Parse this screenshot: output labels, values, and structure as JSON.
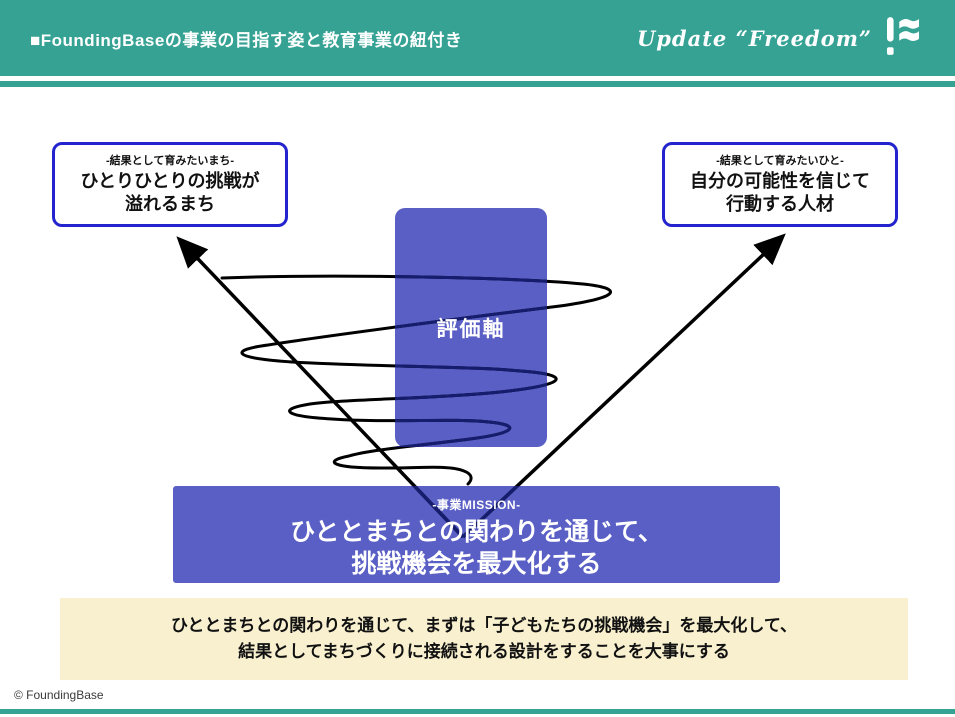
{
  "header": {
    "title": "■FoundingBaseの事業の目指す姿と教育事業の紐付き",
    "logo_text": "Update “Freedom”",
    "logo_icon": "flag-exclamation-icon",
    "bg_color": "#35a294"
  },
  "cards": {
    "left": {
      "label": "-結果として育みたいまち-",
      "line1": "ひとりひとりの挑戦が",
      "line2": "溢れるまち",
      "border_color": "#2424cf"
    },
    "right": {
      "label": "-結果として育みたいひと-",
      "line1": "自分の可能性を信じて",
      "line2": "行動する人材",
      "border_color": "#2424cf"
    }
  },
  "center_box": {
    "label": "評価軸",
    "bg_color": "#5a5fc5"
  },
  "mission_box": {
    "label": "-事業MISSION-",
    "line1": "ひととまちとの関わりを通じて、",
    "line2": "挑戦機会を最大化する",
    "bg_color": "#5a5fc5"
  },
  "note_box": {
    "line1": "ひととまちとの関わりを通じて、まずは「子どもたちの挑戦機会」を最大化して、",
    "line2": "結果としてまちづくりに接続される設計をすることを大事にする",
    "bg_color": "#f8f0cf"
  },
  "diagram": {
    "shape": "tornado-spiral-with-v-arrows",
    "line_color": "#000000",
    "overlap_line_color": "#161d6e"
  },
  "footer": {
    "copyright": "© FoundingBase"
  }
}
